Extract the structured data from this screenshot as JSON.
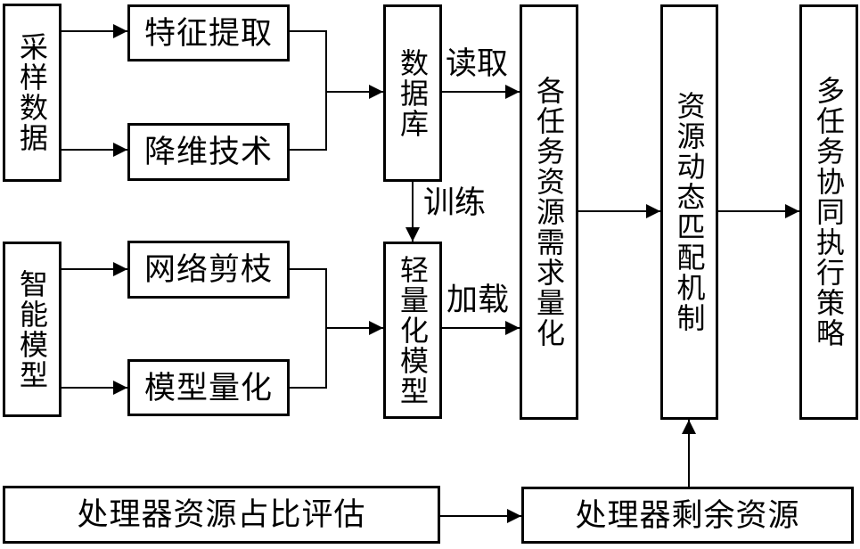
{
  "diagram": {
    "background_color": "#ffffff",
    "line_color": "#000000",
    "nodes": {
      "sampling_data": {
        "label": "采样数据",
        "orientation": "vertical"
      },
      "feature_extraction": {
        "label": "特征提取",
        "orientation": "horizontal"
      },
      "dimension_reduction": {
        "label": "降维技术",
        "orientation": "horizontal"
      },
      "intelligent_model": {
        "label": "智能模型",
        "orientation": "vertical"
      },
      "network_pruning": {
        "label": "网络剪枝",
        "orientation": "horizontal"
      },
      "model_quantization": {
        "label": "模型量化",
        "orientation": "horizontal"
      },
      "database": {
        "label": "数据库",
        "orientation": "vertical"
      },
      "lightweight_model": {
        "label": "轻量化模型",
        "orientation": "vertical"
      },
      "task_resource_demand": {
        "label": "各任务资源需求量化",
        "orientation": "vertical"
      },
      "dynamic_matching": {
        "label": "资源动态匹配机制",
        "orientation": "vertical"
      },
      "multitask_strategy": {
        "label": "多任务协同执行策略",
        "orientation": "vertical"
      },
      "processor_usage_eval": {
        "label": "处理器资源占比评估",
        "orientation": "horizontal"
      },
      "processor_remaining": {
        "label": "处理器剩余资源",
        "orientation": "horizontal"
      }
    },
    "edge_labels": {
      "read": "读取",
      "train": "训练",
      "load": "加载"
    }
  }
}
